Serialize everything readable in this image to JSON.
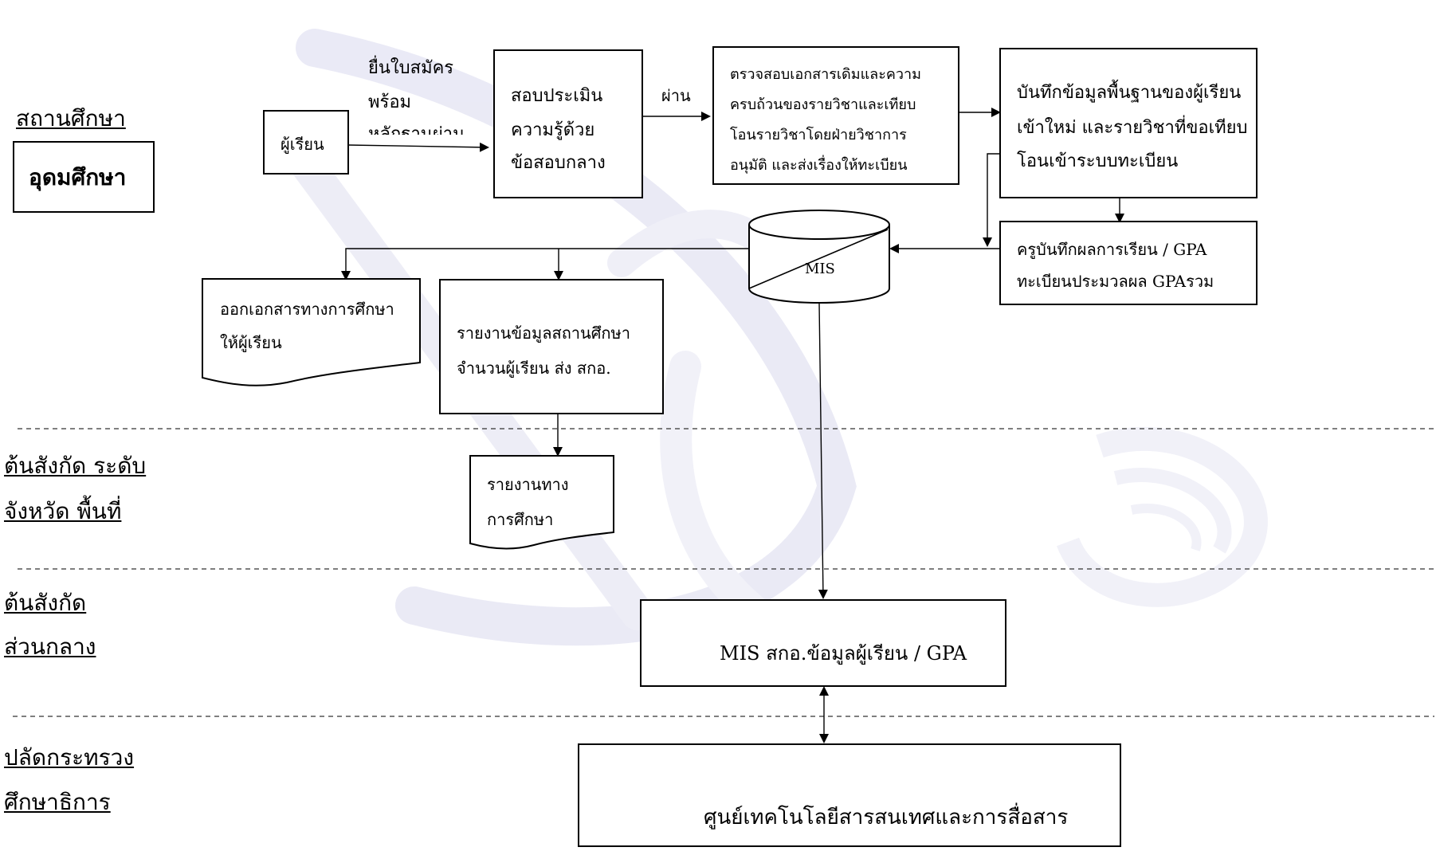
{
  "levels": {
    "school": "สถานศึกษา",
    "area_line1": "ต้นสังกัด ระดับ",
    "area_line2": "จังหวัด พื้นที่",
    "central_line1": "ต้นสังกัด",
    "central_line2": "ส่วนกลาง",
    "ministry_line1": "ปลัดกระทรวง",
    "ministry_line2": "ศึกษาธิการ"
  },
  "nodes": {
    "higher_ed": "อุดมศึกษา",
    "learner": "ผู้เรียน",
    "apply_line1": "ยื่นใบสมัคร",
    "apply_line2": "พร้อม",
    "apply_line3": "หลักฐานผ่าน",
    "assess_line1": "สอบประเมิน",
    "assess_line2": "ความรู้ด้วย",
    "assess_line3": "ข้อสอบกลาง",
    "pass": "ผ่าน",
    "verify_line1": "ตรวจสอบเอกสารเดิมและความ",
    "verify_line2": "ครบถ้วนของรายวิชาและเทียบ",
    "verify_line3": "โอนรายวิชาโดยฝ่ายวิชาการ",
    "verify_line4": "อนุมัติ และส่งเรื่องให้ทะเบียน",
    "record_line1": "บันทึกข้อมูลพื้นฐานของผู้เรียน",
    "record_line2": "เข้าใหม่ และรายวิชาที่ขอเทียบ",
    "record_line3": "โอนเข้าระบบทะเบียน",
    "grade_line1": "ครูบันทึกผลการเรียน / GPA",
    "grade_line2": "ทะเบียนประมวลผล GPAรวม",
    "mis": "MIS",
    "issue_doc_line1": "ออกเอกสารทางการศึกษา",
    "issue_doc_line2": "ให้ผู้เรียน",
    "school_report_line1": "รายงานข้อมูลสถานศึกษา",
    "school_report_line2": "จำนวนผู้เรียน  ส่ง สกอ.",
    "edu_report_line1": "รายงานทาง",
    "edu_report_line2": "การศึกษา",
    "central_mis": "MIS สกอ.ข้อมูลผู้เรียน / GPA",
    "ict_center": "ศูนย์เทคโนโลยีสารสนเทศและการสื่อสาร"
  },
  "icons": {
    "server": "server-computer-icon"
  },
  "colors": {
    "line": "#000000",
    "background": "#ffffff",
    "watermark": "#e4e4f2"
  }
}
